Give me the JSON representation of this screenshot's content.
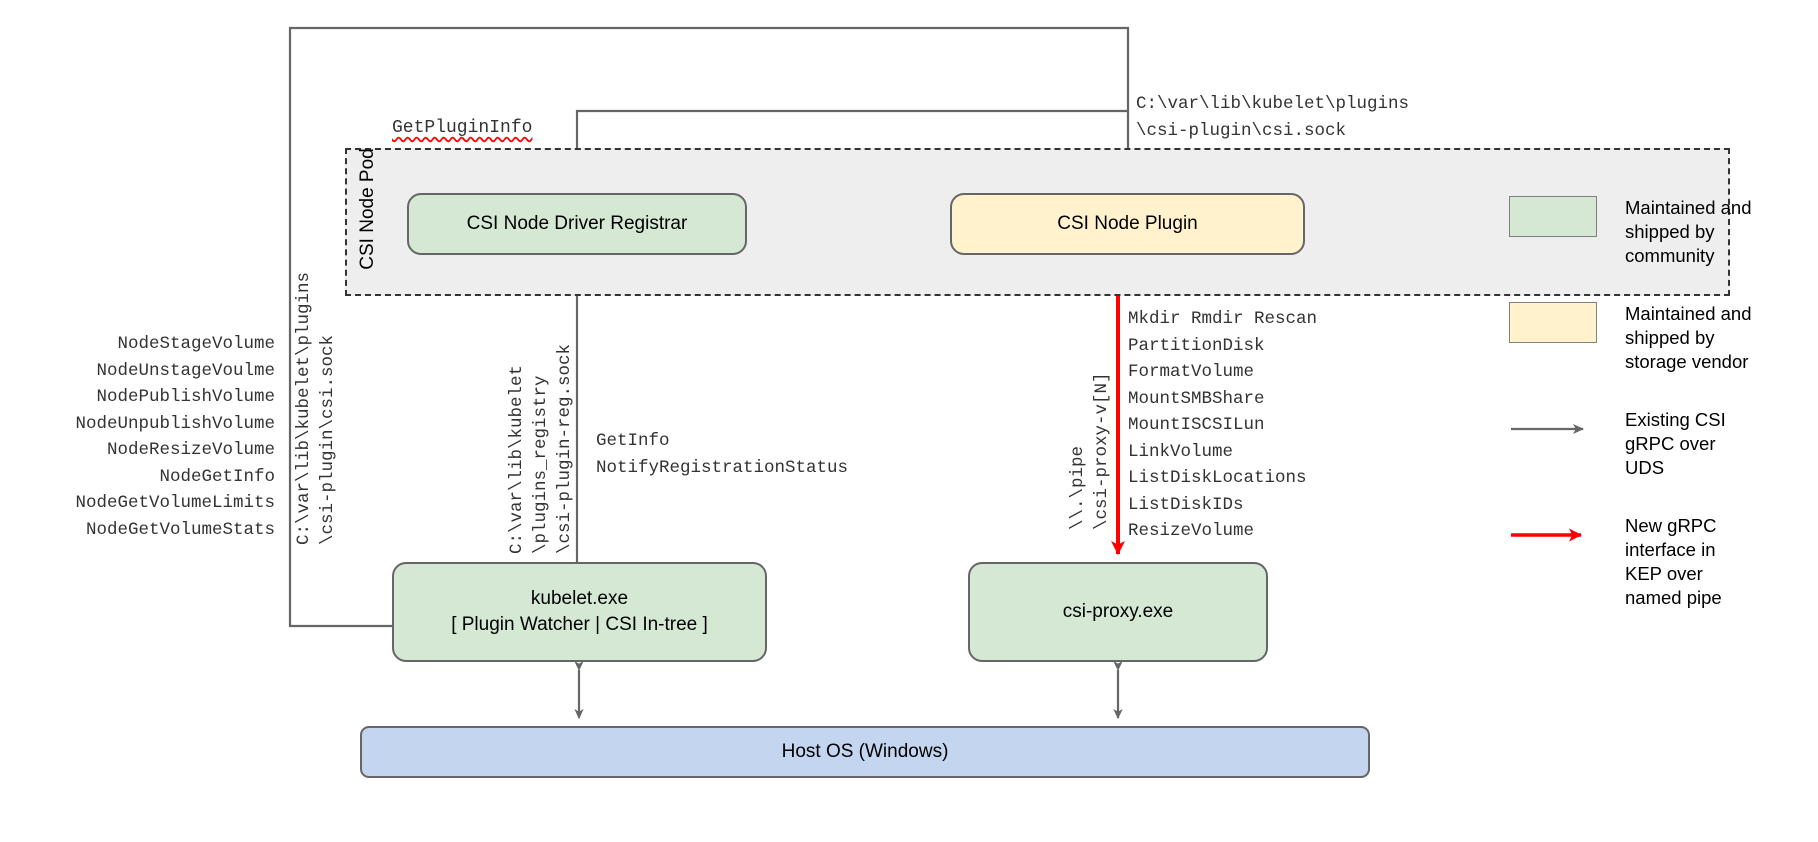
{
  "diagram": {
    "pod": {
      "label": "CSI Node Pod"
    },
    "nodes": {
      "registrar": "CSI Node Driver Registrar",
      "plugin": "CSI Node Plugin",
      "kubelet_line1": "kubelet.exe",
      "kubelet_line2": "[ Plugin Watcher | CSI In-tree ]",
      "csiproxy": "csi-proxy.exe",
      "hostos": "Host OS (Windows)"
    },
    "labels": {
      "get_plugin_info": "GetPluginInfo",
      "csi_sock_path": "C:\\var\\lib\\kubelet\\plugins\n\\csi-plugin\\csi.sock",
      "node_rpcs": "NodeStageVolume\nNodeUnstageVoulme\nNodePublishVolume\nNodeUnpublishVolume\nNodeResizeVolume\nNodeGetInfo\nNodeGetVolumeLimits\nNodeGetVolumeStats",
      "registrar_rpcs": "GetInfo\nNotifyRegistrationStatus",
      "proxy_rpcs": "Mkdir Rmdir Rescan\nPartitionDisk\nFormatVolume\nMountSMBShare\nMountISCSILun\nLinkVolume\nListDiskLocations\nListDiskIDs\nResizeVolume",
      "kubelet_sock_path": "C:\\var\\lib\\kubelet\\plugins\n\\csi-plugin\\csi.sock",
      "registry_sock_path": "C:\\var\\lib\\kubelet\n\\plugins_registry\n\\csi-plugin-reg.sock",
      "named_pipe_path": "\\\\.\\pipe\n\\csi-proxy-v[N]"
    },
    "legend": {
      "items": [
        {
          "kind": "swatch-green",
          "text": "Maintained and\nshipped by\ncommunity"
        },
        {
          "kind": "swatch-yellow",
          "text": "Maintained and\nshipped by\nstorage vendor"
        },
        {
          "kind": "arrow-grey",
          "text": "Existing CSI\ngRPC over\nUDS"
        },
        {
          "kind": "arrow-red",
          "text": "New gRPC\ninterface in\nKEP over\nnamed pipe"
        }
      ]
    },
    "colors": {
      "community_green": "#d5e8d4",
      "vendor_yellow": "#fff2cc",
      "host_blue": "#c3d5ef",
      "pod_bg": "#eeeeee",
      "wire_grey": "#666666",
      "wire_red": "#ff0000",
      "spellcheck_red": "#ff0000"
    }
  }
}
